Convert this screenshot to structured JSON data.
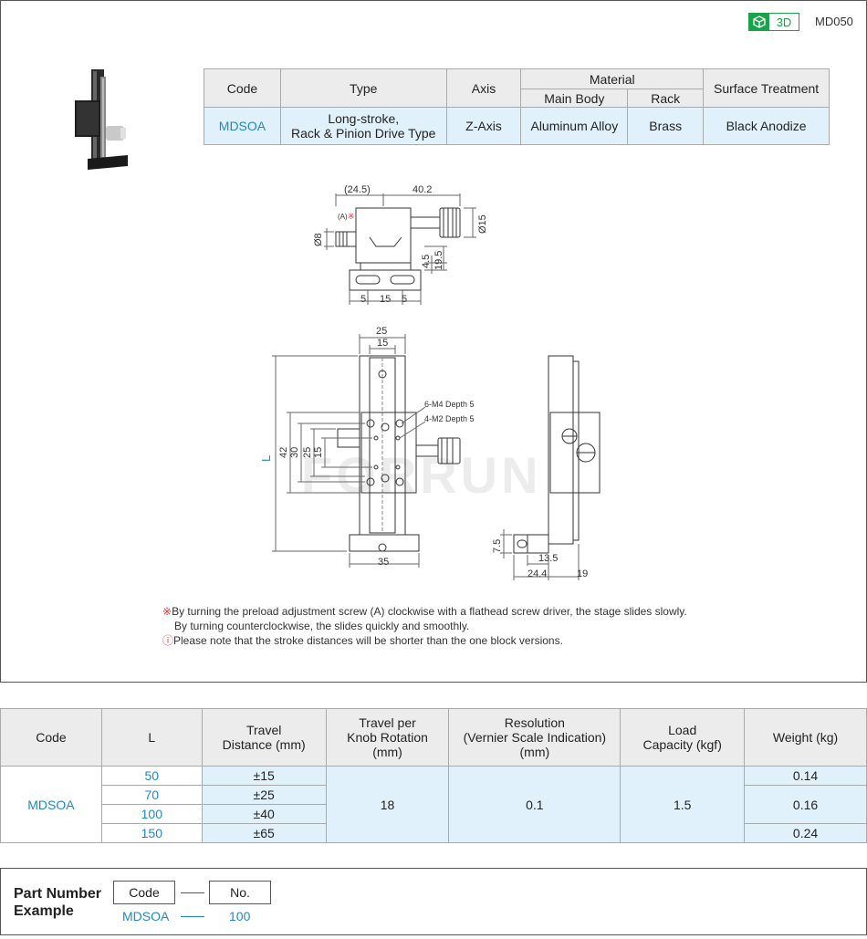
{
  "header": {
    "badge_label": "3D",
    "product_code": "MD050",
    "badge_icon": "cube-icon"
  },
  "spec_table": {
    "headers": {
      "code": "Code",
      "type": "Type",
      "axis": "Axis",
      "material": "Material",
      "main_body": "Main Body",
      "rack": "Rack",
      "surface": "Surface Treatment"
    },
    "row": {
      "code": "MDSOA",
      "type_line1": "Long-stroke,",
      "type_line2": "Rack & Pinion Drive Type",
      "axis": "Z-Axis",
      "main_body": "Aluminum Alloy",
      "rack": "Brass",
      "surface": "Black Anodize"
    }
  },
  "drawing": {
    "top_view": {
      "dim_24_5": "(24.5)",
      "dim_40_2": "40.2",
      "dim_phi8": "Ø8",
      "dim_phi15": "Ø15",
      "dim_4_5": "4.5",
      "dim_19_5": "19.5",
      "dim_5a": "5",
      "dim_15": "15",
      "dim_5b": "5",
      "label_a": "(A)",
      "label_a_mark": "※"
    },
    "front_view": {
      "dim_25": "25",
      "dim_15": "15",
      "dim_L": "L",
      "dim_42": "42",
      "dim_30": "30",
      "dim_25v": "25",
      "dim_15v": "15",
      "dim_35": "35",
      "note1": "6-M4 Depth 5",
      "note2": "4-M2 Depth 5",
      "watermark": "FORRUN"
    },
    "side_view": {
      "dim_7_5": "7.5",
      "dim_13_5": "13.5",
      "dim_24_4": "24.4",
      "dim_19": "19"
    }
  },
  "notes": {
    "mark1": "※",
    "line1": "By turning the preload adjustment screw (A) clockwise with a flathead screw driver, the stage slides slowly.",
    "line2": "By turning counterclockwise, the slides quickly and smoothly.",
    "mark2": "ⓘ",
    "line3": "Please note that the stroke distances will be shorter than the one block versions."
  },
  "spec2": {
    "headers": {
      "code": "Code",
      "L": "L",
      "travel_1": "Travel",
      "travel_2": "Distance (mm)",
      "knob_1": "Travel per",
      "knob_2": "Knob Rotation",
      "knob_3": "(mm)",
      "res_1": "Resolution",
      "res_2": "(Vernier Scale Indication)",
      "res_3": "(mm)",
      "load_1": "Load",
      "load_2": "Capacity (kgf)",
      "weight": "Weight (kg)"
    },
    "code": "MDSOA",
    "rows": [
      {
        "L": "50",
        "travel": "±15"
      },
      {
        "L": "70",
        "travel": "±25"
      },
      {
        "L": "100",
        "travel": "±40"
      },
      {
        "L": "150",
        "travel": "±65"
      }
    ],
    "knob": "18",
    "resolution": "0.1",
    "load": "1.5",
    "weights": [
      "0.14",
      "0.16",
      "0.24"
    ]
  },
  "part_number": {
    "label_1": "Part Number",
    "label_2": "Example",
    "code_box": "Code",
    "no_box": "No.",
    "code_value": "MDSOA",
    "no_value": "100"
  }
}
